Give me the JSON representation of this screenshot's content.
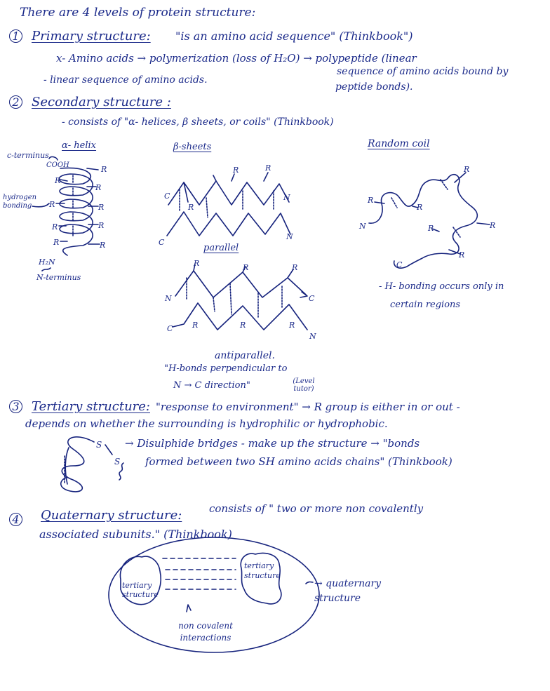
{
  "intro": "There are 4 levels of protein structure:",
  "primary": {
    "number": "1",
    "heading": "Primary structure:",
    "quote": "\"is an amino acid sequence\" (Thinkbook\")",
    "line1": "x- Amino acids → polymerization (loss of H₂O) → polypeptide (linear",
    "line2_left": "- linear sequence of amino acids.",
    "line2_right": "sequence of amino acids bound by",
    "line3_right": "peptide bonds)."
  },
  "secondary": {
    "number": "2",
    "heading": "Secondary structure :",
    "consists": "- consists of \"α- helices, β sheets, or coils\" (Thinkbook)",
    "helix": {
      "title": "α- helix",
      "c_terminus": "c-terminus",
      "cooh": "COOH",
      "hydrogen_bonding": "hydrogen bonding",
      "h2n": "H₂N",
      "n_terminus": "N-terminus",
      "r": "R"
    },
    "sheets": {
      "title": "β-sheets",
      "parallel": "parallel",
      "antiparallel": "antiparallel.",
      "note1": "\"H-bonds perpendicular to",
      "note2": "N → C direction\"",
      "source": "(Level tutor)",
      "c": "C",
      "n": "N",
      "r": "R"
    },
    "coil": {
      "title": "Random coil",
      "note1": "- H- bonding occurs only in",
      "note2": "certain regions",
      "r": "R",
      "n": "N",
      "c": "C"
    }
  },
  "tertiary": {
    "number": "3",
    "heading": "Tertiary structure:",
    "line1_rest": "\"response to environment\" → R group is either in or out -",
    "line2": "depends on whether the surrounding is hydrophilic or hydrophobic.",
    "s_label": "S",
    "sh_label": "S",
    "line3": "→ Disulphide bridges - make up the structure → \"bonds",
    "line4": "formed between two SH amino acids chains\" (Thinkbook)"
  },
  "quaternary": {
    "number": "4",
    "heading": "Quaternary structure:",
    "line1_rest": "consists of \" two or more non covalently",
    "line2": "associated subunits.\" (Thinkbook)",
    "sub_left": "tertiary structure",
    "sub_right": "tertiary structure",
    "noncovalent": "non covalent interactions",
    "label": "→ quaternary structure"
  }
}
